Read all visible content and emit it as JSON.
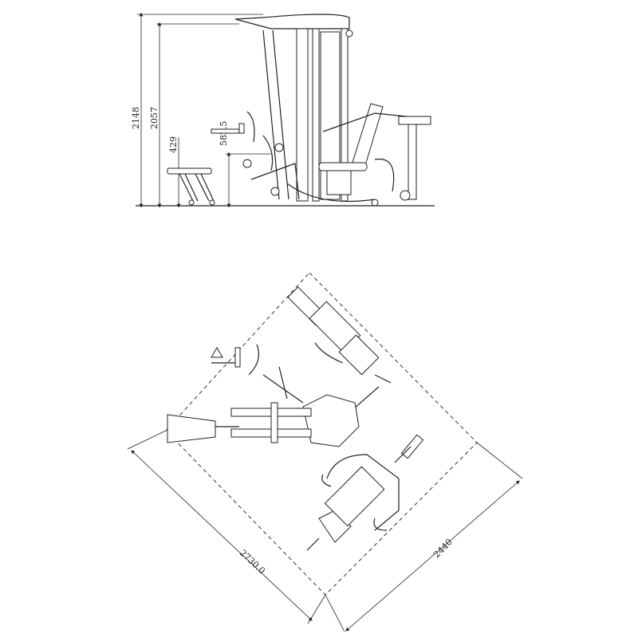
{
  "side_view": {
    "dimensions": {
      "overall_height": "2148",
      "pulley_height": "2057",
      "bench_height": "429",
      "handle_height": "582.5"
    }
  },
  "top_view": {
    "dimensions": {
      "length": "2730.0",
      "width": "2440"
    }
  }
}
